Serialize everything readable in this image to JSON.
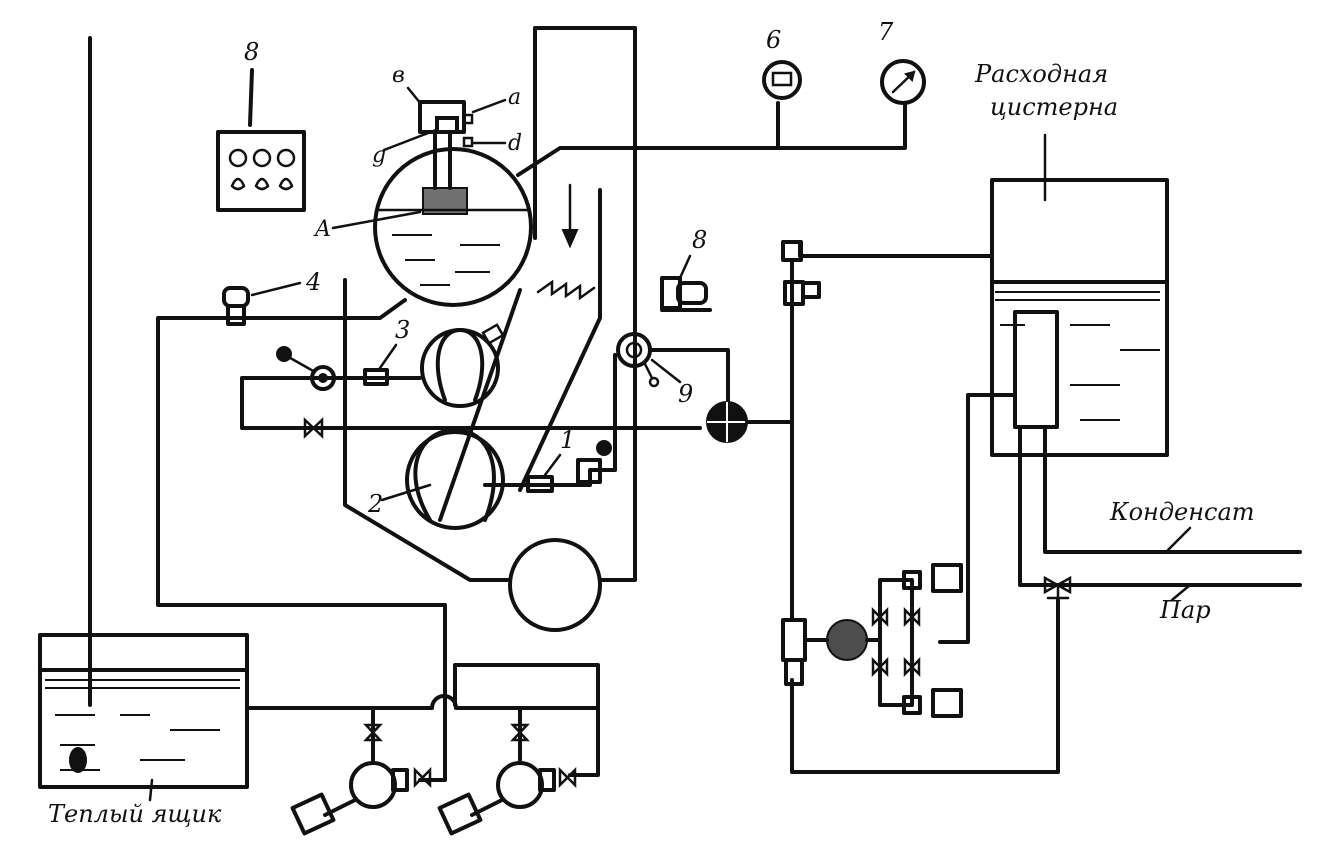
{
  "labels": {
    "tank_service": [
      "Расходная",
      "цистерна"
    ],
    "condensate": "Конденсат",
    "steam": "Пар",
    "hotwell": "Теплый ящик",
    "instr_6": "6",
    "instr_7": "7",
    "fan_8": "8",
    "num_1": "1",
    "num_2": "2",
    "num_3": "3",
    "num_4": "4",
    "num_9": "9",
    "ctrl_label": "8",
    "letter_A": "A",
    "letter_v": "в",
    "letter_a": "a",
    "letter_g": "g",
    "letter_d": "d"
  },
  "colors": {
    "line": "#111111",
    "background": "#ffffff"
  }
}
